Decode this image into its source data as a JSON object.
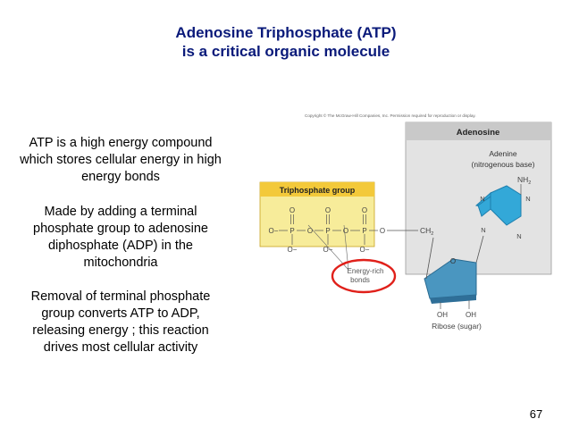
{
  "title": {
    "line1": "Adenosine Triphosphate (ATP)",
    "line2": "is a critical organic molecule"
  },
  "bullets": [
    {
      "lines": [
        "ATP is a high energy compound",
        "which stores cellular energy in high",
        "energy bonds"
      ]
    },
    {
      "lines": [
        "Made by adding a terminal",
        "phosphate group to adenosine",
        "diphosphate (ADP) in the",
        "mitochondria"
      ]
    },
    {
      "lines": [
        "Removal of terminal phosphate",
        "group converts ATP to ADP,",
        "releasing energy ; this reaction",
        "drives most cellular activity"
      ]
    }
  ],
  "figure": {
    "copyright": "Copyright © The McGraw-Hill Companies, Inc. Permission required for reproduction or display.",
    "adenosine_label": "Adenosine",
    "adenine_label": "Adenine",
    "adenine_sub": "(nitrogenous base)",
    "triphosphate_label": "Triphosphate group",
    "energy_label_1": "Energy-rich",
    "energy_label_2": "bonds",
    "ribose_label": "Ribose (sugar)",
    "ch2": "CH",
    "ch2_sub": "2",
    "nh2": "NH",
    "nh2_sub": "2",
    "atom_o": "O",
    "atom_p": "P",
    "atom_n": "N",
    "atom_o_minus": "O−",
    "oh": "OH",
    "highlight_color": "#e0201a",
    "triphosphate_bg": "#f7ec9a",
    "triphosphate_header": "#f3c93a",
    "adenosine_bg": "#e3e3e3",
    "ring_color": "#33a8d8"
  },
  "page_number": "67"
}
